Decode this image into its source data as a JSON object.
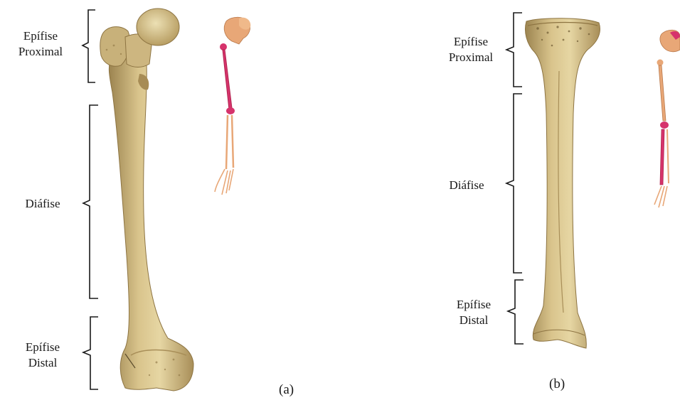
{
  "colors": {
    "bone_light": "#e3d29c",
    "bone_mid": "#c9b176",
    "bone_dark": "#8d7442",
    "skeleton_bone": "#e8a777",
    "skeleton_highlight": "#d6336c",
    "bracket": "#1a1a1a"
  },
  "panel_a": {
    "caption": "(a)",
    "labels": {
      "proximal_line1": "Epífise",
      "proximal_line2": "Proximal",
      "diaphysis": "Diáfise",
      "distal_line1": "Epífise",
      "distal_line2": "Distal"
    },
    "bone_icon": "femur-icon",
    "skeleton_icon": "leg-skeleton-femur-highlight-icon"
  },
  "panel_b": {
    "caption": "(b)",
    "labels": {
      "proximal_line1": "Epífise",
      "proximal_line2": "Proximal",
      "diaphysis": "Diáfise",
      "distal_line1": "Epífise",
      "distal_line2": "Distal"
    },
    "bone_icon": "tibia-icon",
    "skeleton_icon": "leg-skeleton-tibia-highlight-icon"
  }
}
